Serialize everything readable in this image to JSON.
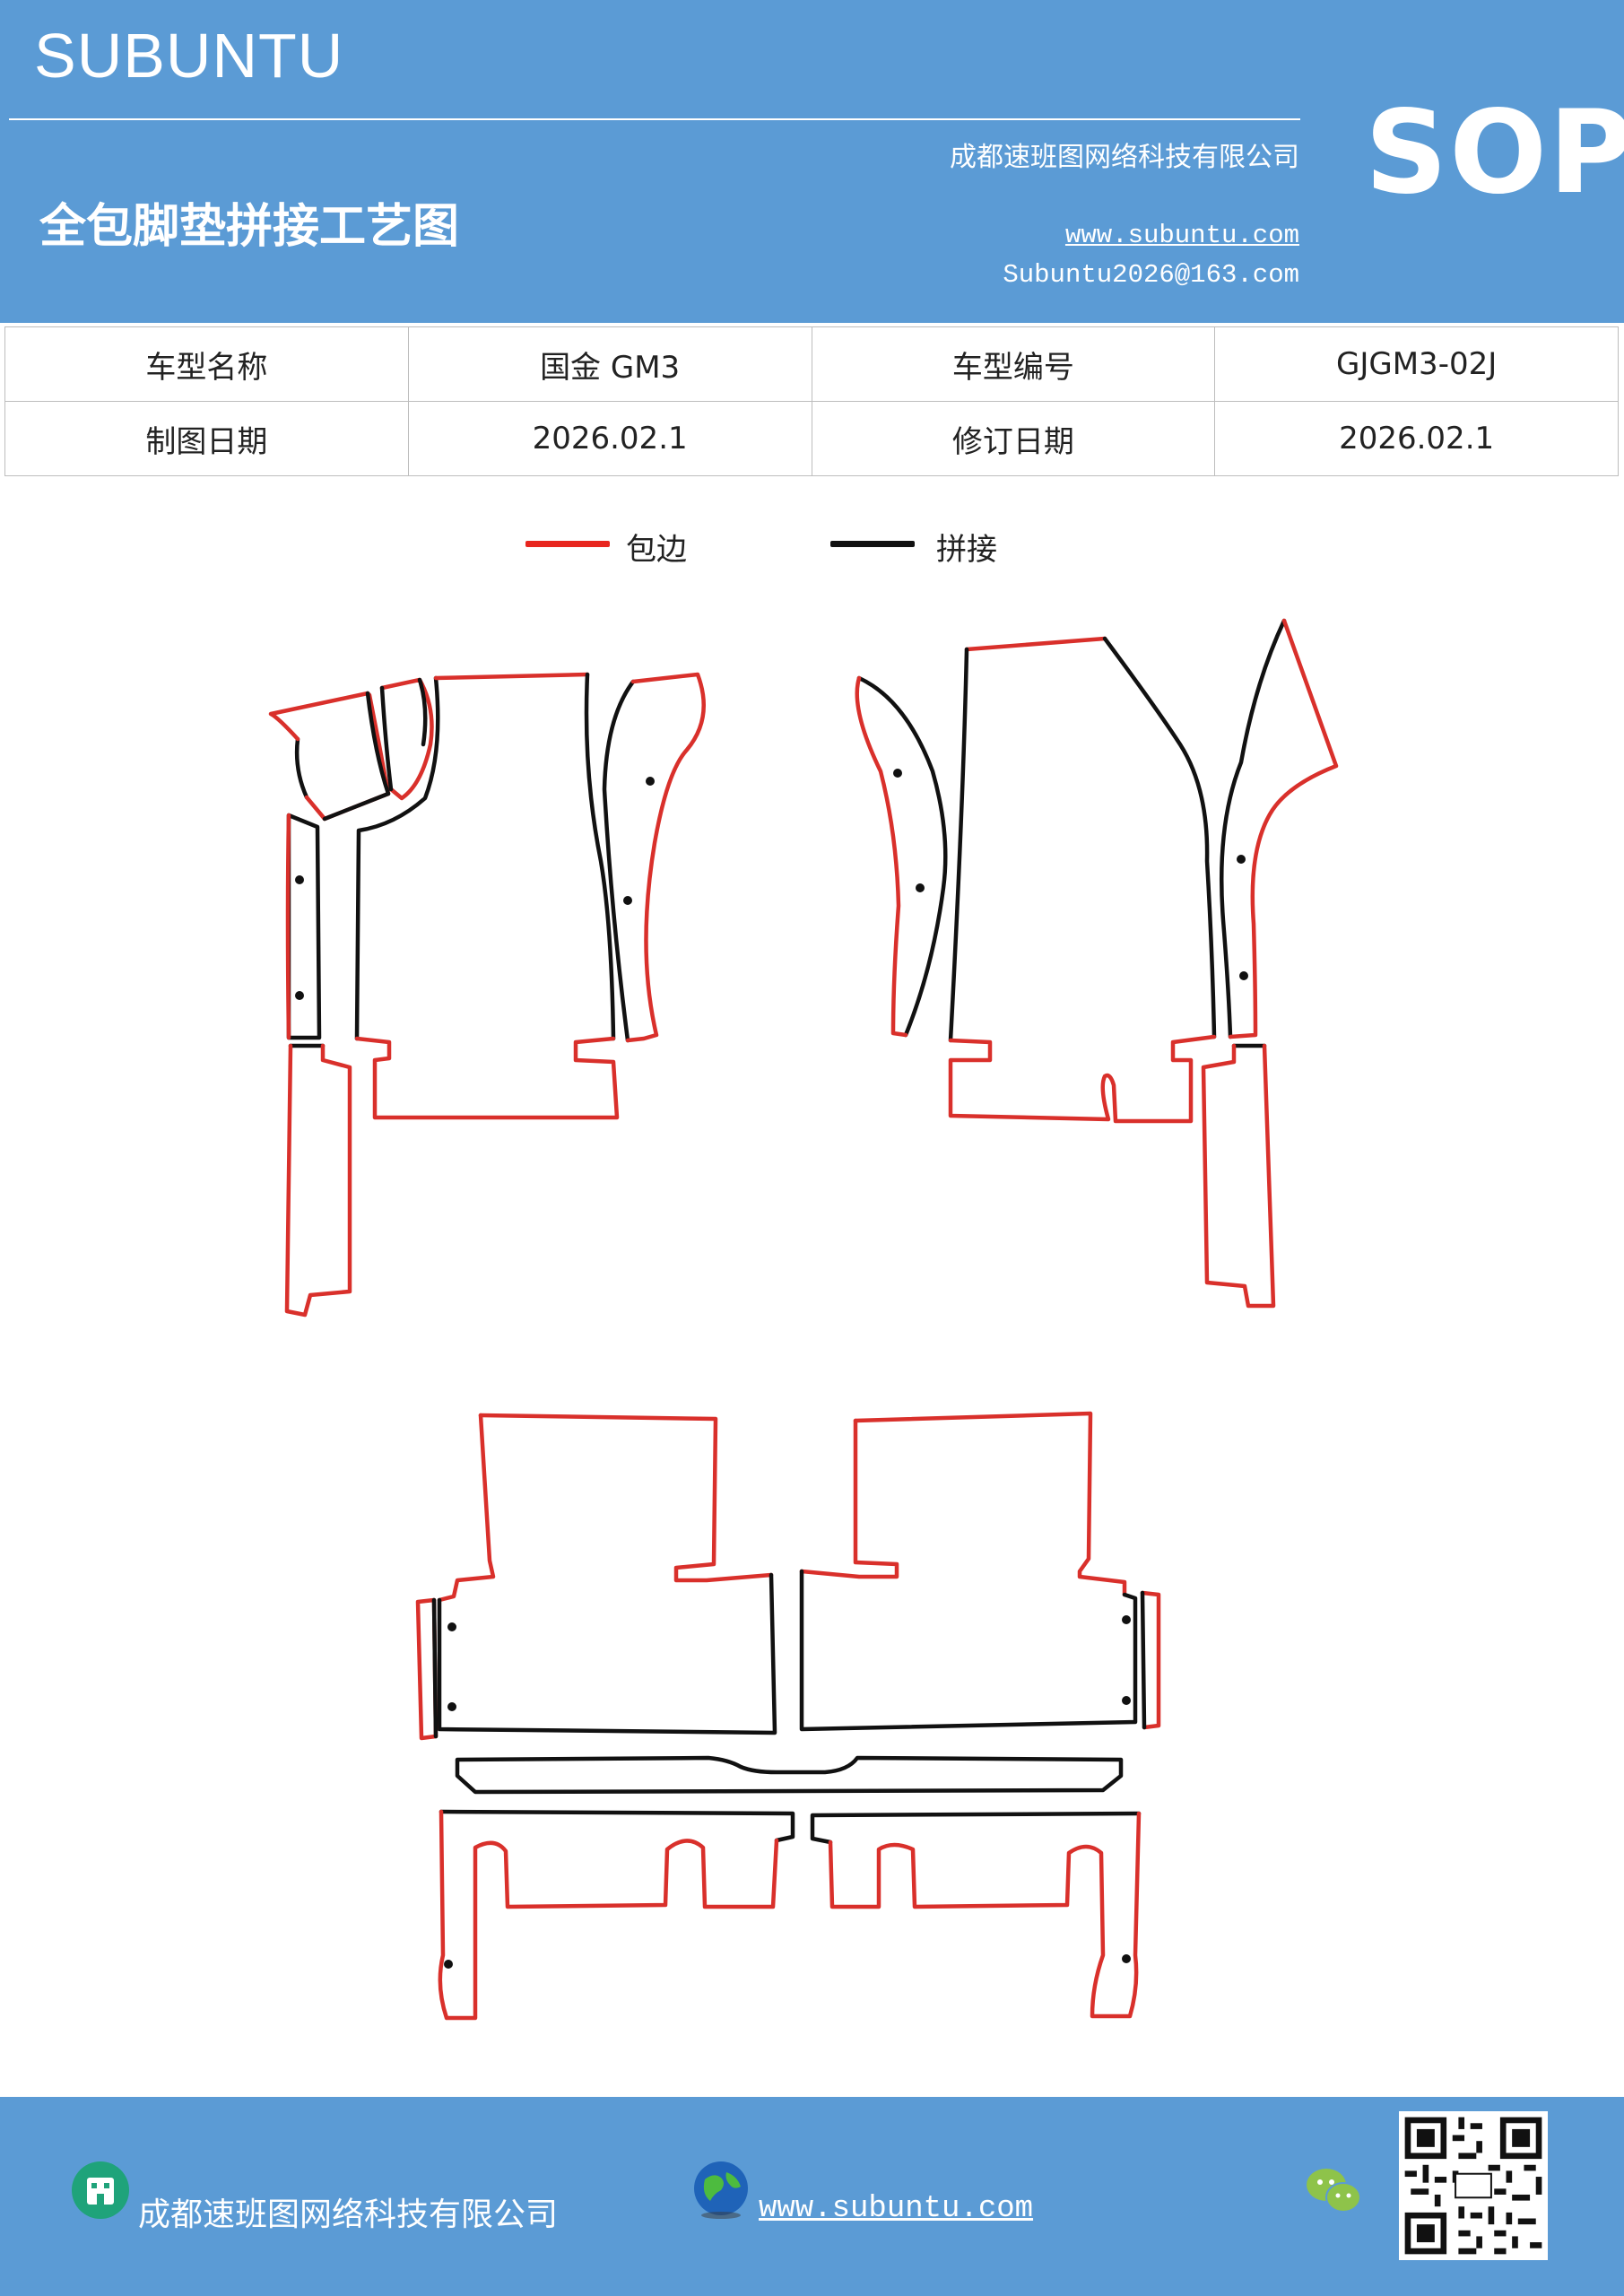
{
  "header": {
    "brand": "SUBUNTU",
    "title": "全包脚垫拼接工艺图",
    "company": "成都速班图网络科技有限公司",
    "website": "www.subuntu.com",
    "email": "Subuntu2026@163.com",
    "badge": "SOP"
  },
  "info_table": {
    "rows": [
      [
        "车型名称",
        "国金 GM3",
        "车型编号",
        "GJGM3-02J"
      ],
      [
        "制图日期",
        "2026.02.1",
        "修订日期",
        "2026.02.1"
      ]
    ]
  },
  "legend": {
    "items": [
      {
        "label": "包边",
        "color": "#e8261f"
      },
      {
        "label": "拼接",
        "color": "#111111"
      }
    ]
  },
  "colors": {
    "header_blue": "#5b9bd5",
    "edge_red": "#d9302b",
    "seam_black": "#111111"
  },
  "footer": {
    "company": "成都速班图网络科技有限公司",
    "website": "www.subuntu.com ",
    "icons": [
      "building-icon",
      "globe-icon",
      "wechat-icon",
      "qr-code"
    ]
  }
}
